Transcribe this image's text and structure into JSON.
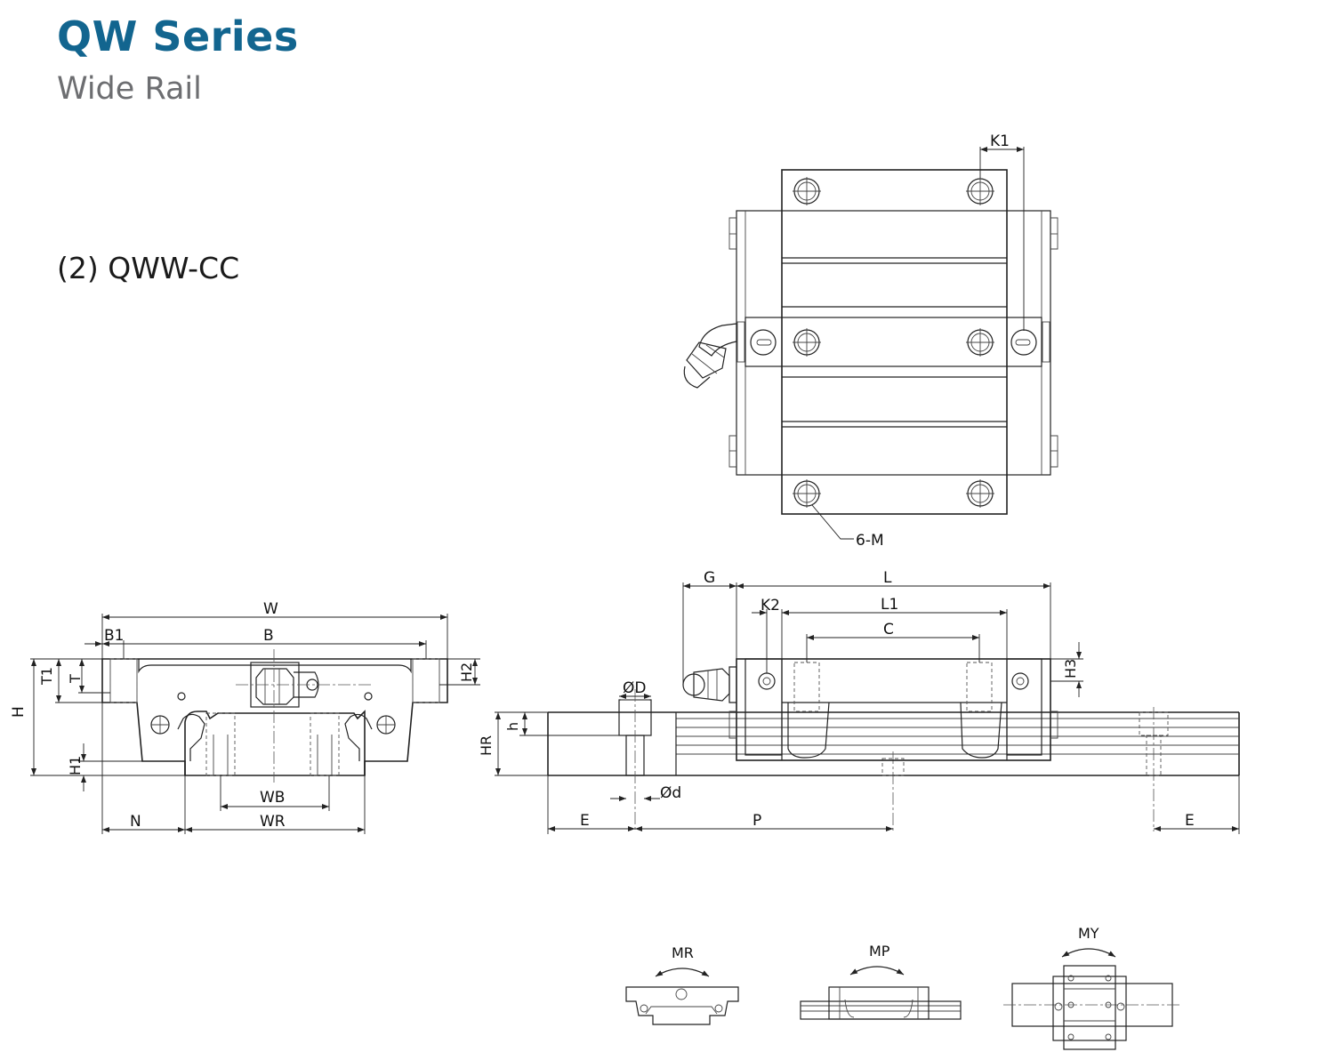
{
  "header": {
    "title": "QW Series",
    "subtitle": "Wide Rail"
  },
  "model": {
    "label": "(2) QWW-CC"
  },
  "top_view": {
    "k1": "K1",
    "mount": "6-M"
  },
  "front_view": {
    "w": "W",
    "b1": "B1",
    "b": "B",
    "t1": "T1",
    "t": "T",
    "h": "H",
    "h1": "H1",
    "h2": "H2",
    "n": "N",
    "wb": "WB",
    "wr": "WR"
  },
  "side_view": {
    "g": "G",
    "l": "L",
    "k2": "K2",
    "l1": "L1",
    "c": "C",
    "h3": "H3",
    "od_big": "ØD",
    "od_small": "Ød",
    "h_small": "h",
    "hr": "HR",
    "e_left": "E",
    "p": "P",
    "e_right": "E"
  },
  "moments": {
    "mr": "MR",
    "mp": "MP",
    "my": "MY"
  },
  "colors": {
    "title": "#12658f",
    "subtitle": "#6d6e71",
    "line": "#222222"
  }
}
